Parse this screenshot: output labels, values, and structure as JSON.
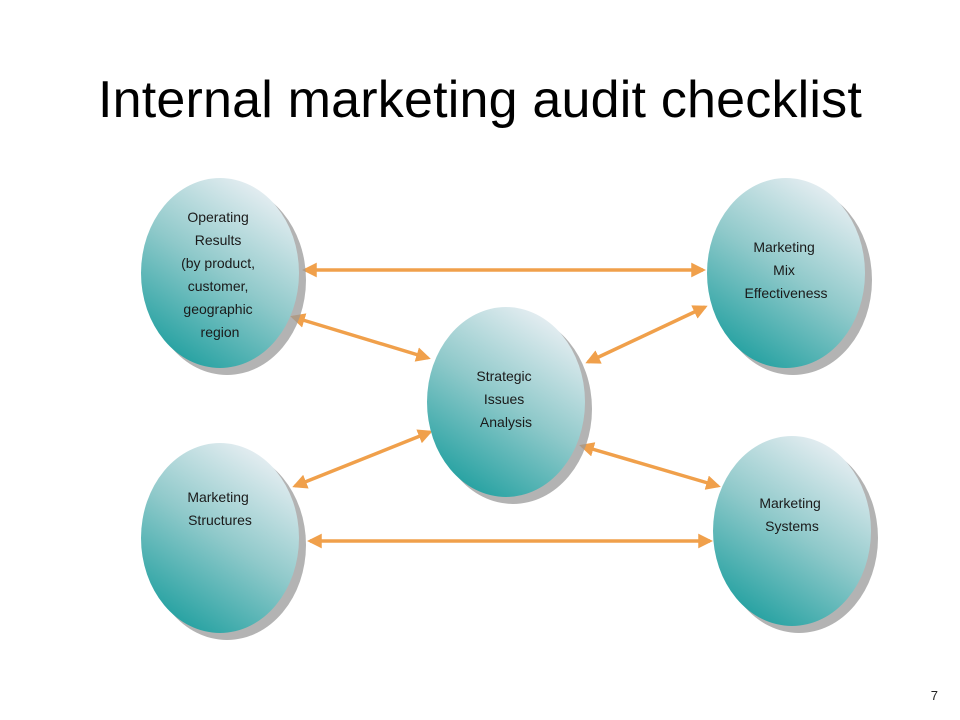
{
  "slide": {
    "title": "Internal marketing audit checklist",
    "page_number": "7"
  },
  "colors": {
    "arrow": "#f0a04b",
    "node_light": "#e4edf1",
    "node_dark": "#2aa3a3",
    "shadow": "#9a9a9a"
  },
  "nodes": [
    {
      "id": "operating-results",
      "lines": [
        "Operating",
        "Results",
        "(by product,",
        "customer,",
        "geographic",
        "region"
      ]
    },
    {
      "id": "marketing-mix",
      "lines": [
        "Marketing",
        "Mix",
        "Effectiveness"
      ]
    },
    {
      "id": "strategic-issues",
      "lines": [
        "Strategic",
        "Issues",
        "Analysis"
      ]
    },
    {
      "id": "marketing-structures",
      "lines": [
        "Marketing",
        "Structures"
      ]
    },
    {
      "id": "marketing-systems",
      "lines": [
        "Marketing",
        "Systems"
      ]
    }
  ],
  "connections": [
    {
      "from": "operating-results",
      "to": "marketing-mix"
    },
    {
      "from": "operating-results",
      "to": "strategic-issues"
    },
    {
      "from": "marketing-mix",
      "to": "strategic-issues"
    },
    {
      "from": "marketing-structures",
      "to": "strategic-issues"
    },
    {
      "from": "strategic-issues",
      "to": "marketing-systems"
    },
    {
      "from": "marketing-structures",
      "to": "marketing-systems"
    }
  ]
}
